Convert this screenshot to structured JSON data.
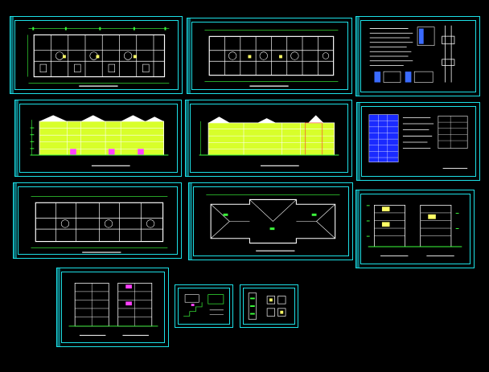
{
  "viewport": {
    "title": "",
    "background": "#000000"
  },
  "colors": {
    "frame": "#1de0e6",
    "wall": "#ffffff",
    "dim": "#3cff3c",
    "fill_yellow": "#e6ff3a",
    "accent_magenta": "#ff40ff",
    "accent_red": "#ff3030",
    "accent_blue": "#3a6bff"
  },
  "sheets": [
    {
      "id": "plan-ground",
      "kind": "floor-plan"
    },
    {
      "id": "plan-typical",
      "kind": "floor-plan"
    },
    {
      "id": "notes-details",
      "kind": "notes"
    },
    {
      "id": "elevation-front",
      "kind": "elevation"
    },
    {
      "id": "elevation-rear",
      "kind": "elevation"
    },
    {
      "id": "schedule-table",
      "kind": "table"
    },
    {
      "id": "plan-upper",
      "kind": "floor-plan"
    },
    {
      "id": "plan-roof",
      "kind": "roof-plan"
    },
    {
      "id": "elevation-sides",
      "kind": "side-elevation"
    },
    {
      "id": "section-pair",
      "kind": "section"
    },
    {
      "id": "detail-stair",
      "kind": "detail"
    },
    {
      "id": "detail-wall",
      "kind": "detail"
    }
  ]
}
